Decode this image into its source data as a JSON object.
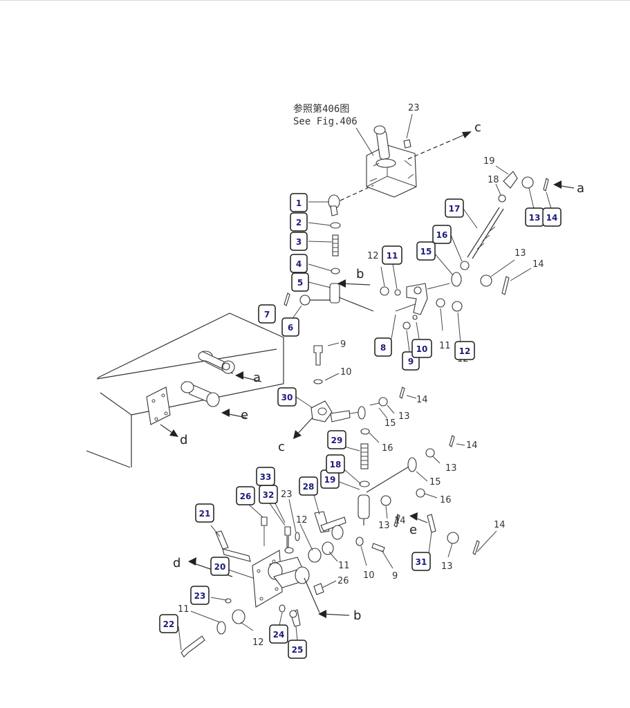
{
  "reference": {
    "cn": "参照第406图",
    "en": "See Fig.406"
  },
  "callouts": [
    "1",
    "2",
    "3",
    "4",
    "5",
    "6",
    "7",
    "8",
    "9",
    "10",
    "11",
    "12",
    "13",
    "14",
    "15",
    "16",
    "17",
    "19",
    "18",
    "20",
    "21",
    "22",
    "23",
    "24",
    "25",
    "26",
    "28",
    "29",
    "30",
    "31",
    "32",
    "33"
  ],
  "plain_labels": [
    "23",
    "19",
    "18",
    "12",
    "13",
    "14",
    "11",
    "12",
    "9",
    "10",
    "14",
    "15",
    "13",
    "16",
    "14",
    "13",
    "15",
    "16",
    "23",
    "12",
    "13",
    "14",
    "11",
    "10",
    "9",
    "26",
    "14",
    "13",
    "11",
    "12"
  ],
  "arrow_letters": [
    "c",
    "a",
    "b",
    "a",
    "e",
    "d",
    "c",
    "e",
    "d",
    "b"
  ]
}
